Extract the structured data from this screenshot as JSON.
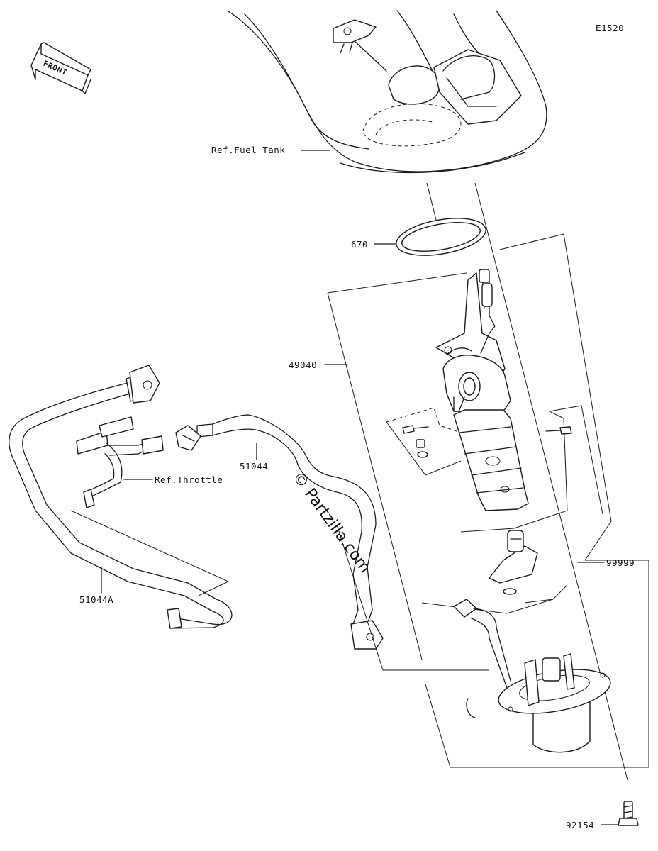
{
  "diagram_code": "E1520",
  "front_arrow_label": "FRONT",
  "watermark": "© Partzilla.com",
  "callouts": {
    "fuel_tank": "Ref.Fuel Tank",
    "o_ring": "670",
    "fuel_pump": "49040",
    "hose_upper": "51044",
    "throttle": "Ref.Throttle",
    "hose_lower": "51044A",
    "kit": "99999",
    "bolt": "92154"
  }
}
